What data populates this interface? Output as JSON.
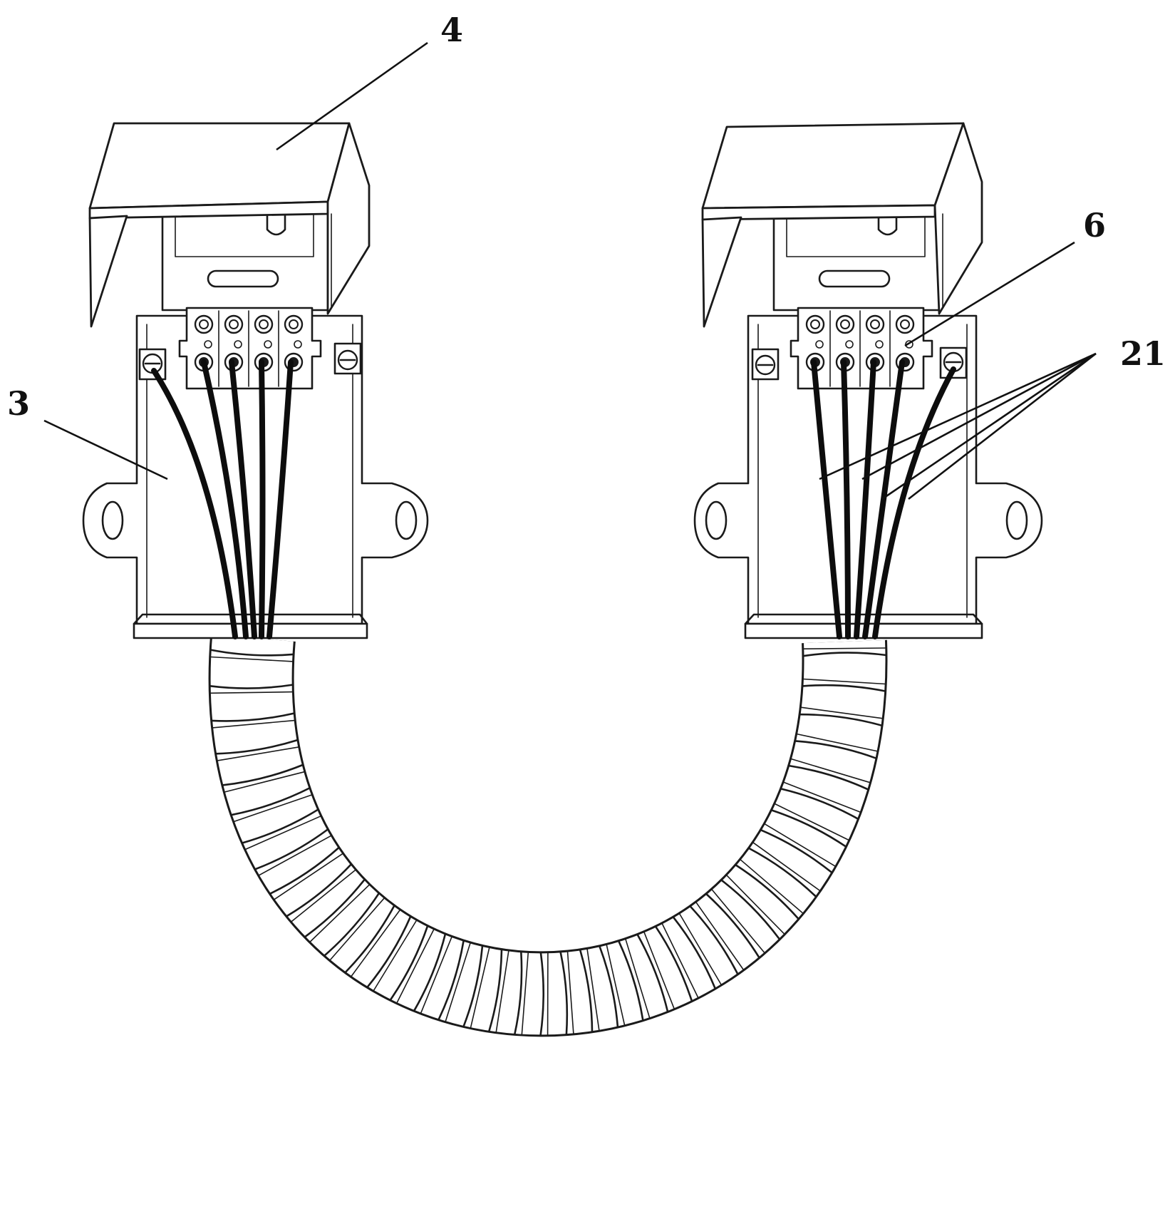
{
  "figure": {
    "callouts": {
      "label_4": "4",
      "label_6": "6",
      "label_3": "3",
      "label_21": "21"
    },
    "assemblies": [
      "left",
      "right"
    ],
    "terminals_per_block": 4,
    "wires_per_assembly": 5,
    "conduit_corrugation_count": 40
  }
}
